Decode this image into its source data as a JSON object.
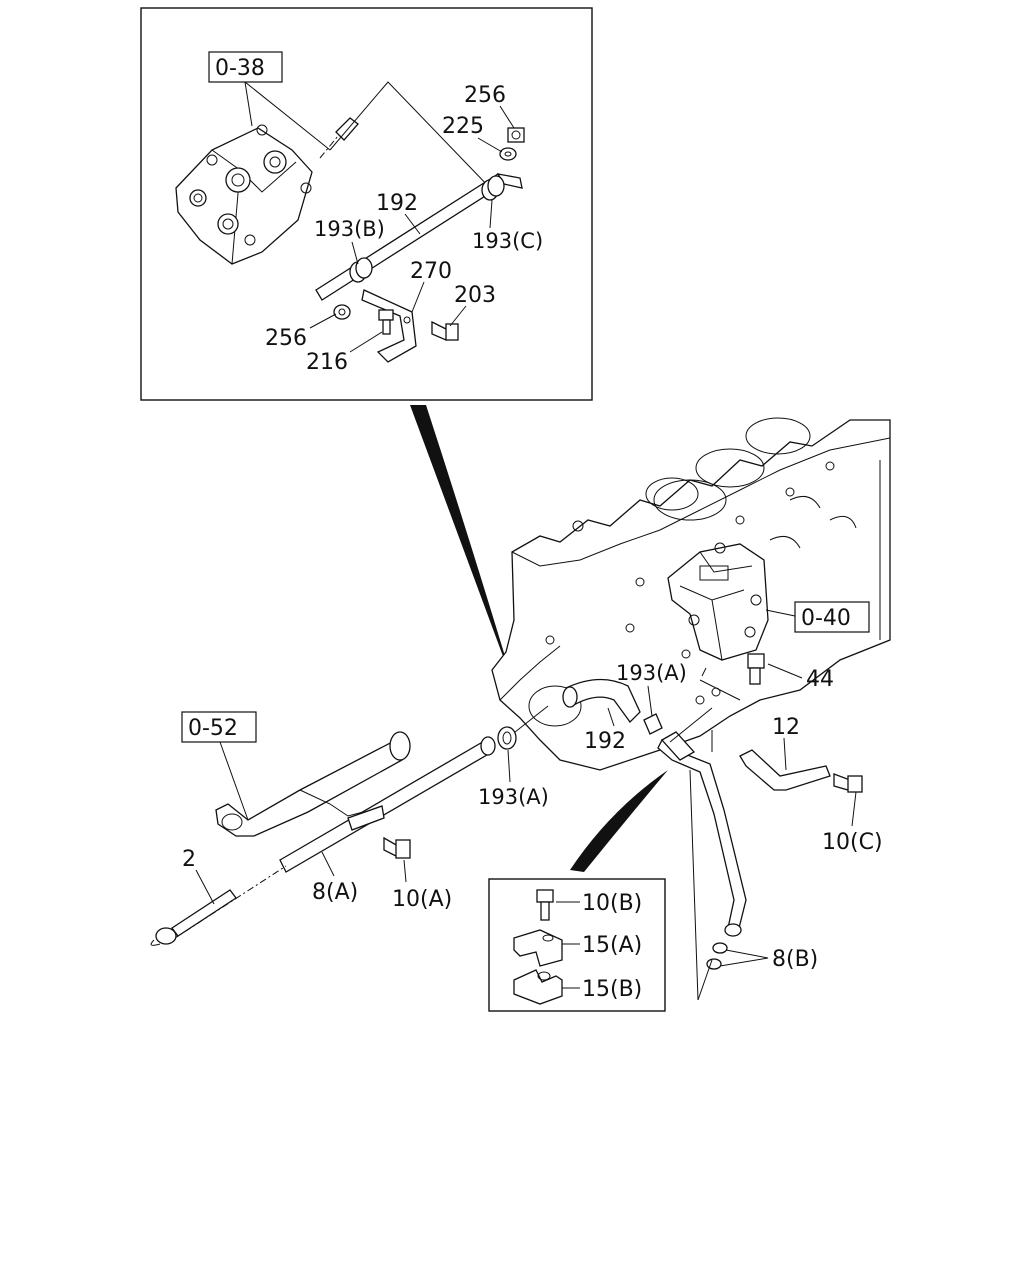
{
  "labels": {
    "ref_038": "0-38",
    "ref_040": "0-40",
    "ref_052": "0-52",
    "p256_top": "256",
    "p225": "225",
    "p192_top": "192",
    "p193b": "193(B)",
    "p193c": "193(C)",
    "p270": "270",
    "p203": "203",
    "p256_bot": "256",
    "p216": "216",
    "p193a_upper": "193(A)",
    "p44": "44",
    "p12": "12",
    "p192_main": "192",
    "p193a_lower": "193(A)",
    "p10c": "10(C)",
    "p2": "2",
    "p8a": "8(A)",
    "p10a": "10(A)",
    "p10b": "10(B)",
    "p15a": "15(A)",
    "p15b": "15(B)",
    "p8b": "8(B)"
  }
}
